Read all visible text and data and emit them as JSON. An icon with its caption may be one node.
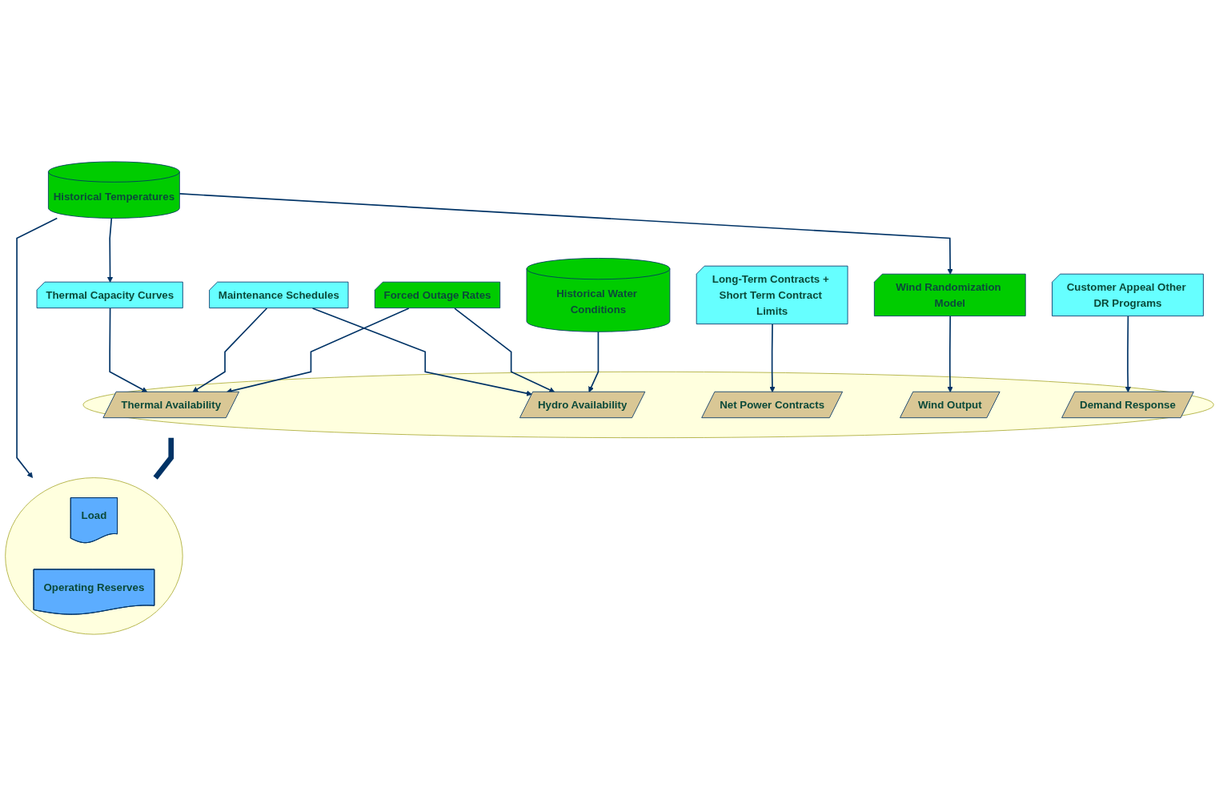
{
  "diagram": {
    "nodes": [
      {
        "text": [
          "Thermal Capacity Curves"
        ]
      },
      {
        "text": [
          "Maintenance Schedules"
        ]
      },
      {
        "text": [
          "Forced Outage Rates"
        ]
      },
      {
        "text": [
          "Historical Water Conditions"
        ]
      },
      {
        "text": [
          "Historical Temperatures"
        ]
      },
      {
        "text": [],
        "shape": "ellipse"
      },
      {
        "text": [
          "Thermal Availability"
        ],
        "in": 5
      },
      {
        "text": [
          "Hydro Availability"
        ],
        "in": 5
      },
      {
        "text": [
          "Net Power Contracts"
        ],
        "in": 5
      },
      {
        "text": [
          "Wind Output"
        ],
        "in": 5
      },
      {
        "text": [
          "Demand Response"
        ],
        "in": 5
      },
      {
        "text": [
          "Long-Term Contracts + Short Term Contract Limits"
        ]
      },
      {
        "text": [
          "Wind Randomization Model"
        ]
      },
      {
        "text": [
          "Customer Appeal Other DR Programs"
        ]
      },
      {
        "text": [],
        "shape": "ellipse"
      },
      {
        "text": [
          "Load"
        ],
        "in": 14
      },
      {
        "text": [
          "Operating Reserves"
        ],
        "in": 14
      }
    ],
    "edges": [
      {
        "from": 4,
        "to": 0,
        "arrow": "to"
      },
      {
        "from": 0,
        "to": 6,
        "arrow": "to"
      },
      {
        "from": 1,
        "to": 6,
        "arrow": "to"
      },
      {
        "from": 1,
        "to": 7,
        "arrow": "to"
      },
      {
        "from": 2,
        "to": 6,
        "arrow": "to"
      },
      {
        "from": 2,
        "to": 7,
        "arrow": "to"
      },
      {
        "from": 3,
        "to": 7,
        "arrow": "to"
      },
      {
        "from": 11,
        "to": 8,
        "arrow": "to"
      },
      {
        "from": 12,
        "to": 9,
        "arrow": "to"
      },
      {
        "from": 13,
        "to": 10,
        "arrow": "to"
      },
      {
        "from": 4,
        "to": 12,
        "arrow": "to"
      },
      {
        "from": 4,
        "to": 14,
        "arrow": "to"
      },
      {
        "from": 5,
        "to": 14,
        "arrow": "none",
        "style": "thick"
      }
    ]
  }
}
